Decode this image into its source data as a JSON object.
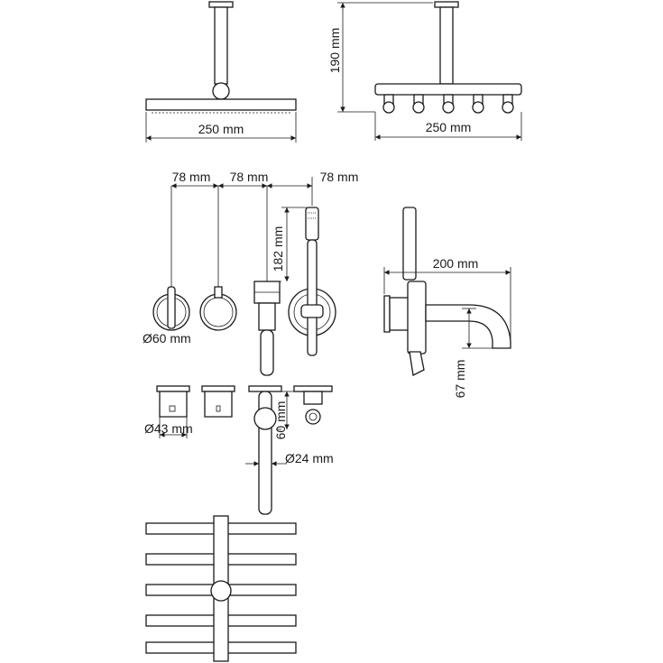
{
  "dimensions": {
    "head_width_1": "250 mm",
    "arm_height": "190 mm",
    "head_width_2": "250 mm",
    "spacing_1": "78 mm",
    "spacing_2": "78 mm",
    "spacing_3": "78 mm",
    "hand_shower_height": "182 mm",
    "spout_length": "200 mm",
    "spout_drop": "67 mm",
    "rosette_diameter": "Ø60 mm",
    "body_diameter": "Ø43 mm",
    "outlet_height": "60 mm",
    "tube_diameter": "Ø24 mm"
  },
  "colors": {
    "line": "#1a1a1a",
    "background": "#ffffff"
  }
}
